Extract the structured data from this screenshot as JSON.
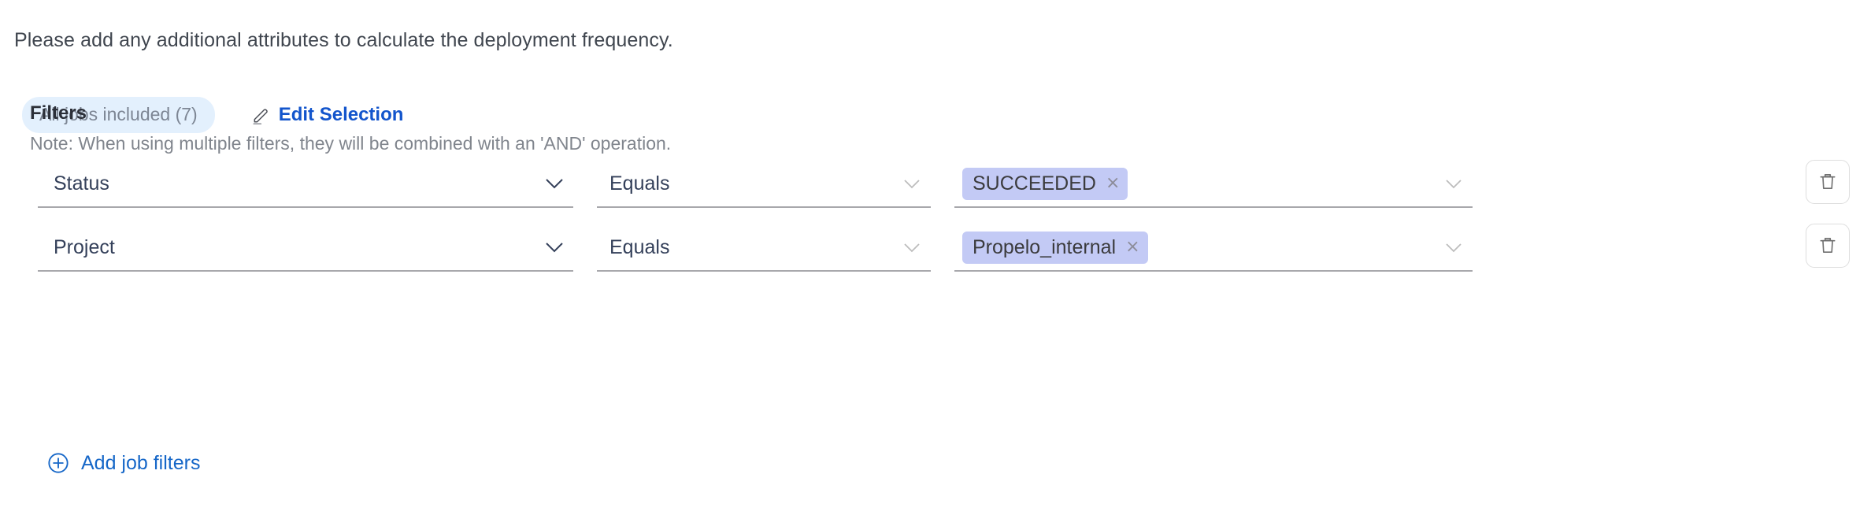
{
  "intro": {
    "text": "Please add any additional attributes to calculate the deployment frequency."
  },
  "selection": {
    "jobs_chip_label": "All jobs included (7)",
    "edit_label": "Edit Selection",
    "pencil_icon": "pencil-icon"
  },
  "filters": {
    "title": "Filters",
    "note": "Note: When using multiple filters, they will be combined with an 'AND' operation.",
    "add_label": "Add job filters",
    "add_icon": "plus-circle-icon",
    "delete_icon": "trash-icon",
    "chevron_icon": "chevron-down-icon",
    "chip_remove_icon": "close-icon",
    "rows": [
      {
        "attribute": "Status",
        "operator": "Equals",
        "value": "SUCCEEDED",
        "remove": "×"
      },
      {
        "attribute": "Project",
        "operator": "Equals",
        "value": "Propelo_internal",
        "remove": "×"
      }
    ]
  },
  "colors": {
    "link": "#1355cc",
    "chip_bg": "#e3f0fd",
    "value_chip_bg": "#c3caf5",
    "text": "#34405a",
    "muted": "#80858d"
  }
}
